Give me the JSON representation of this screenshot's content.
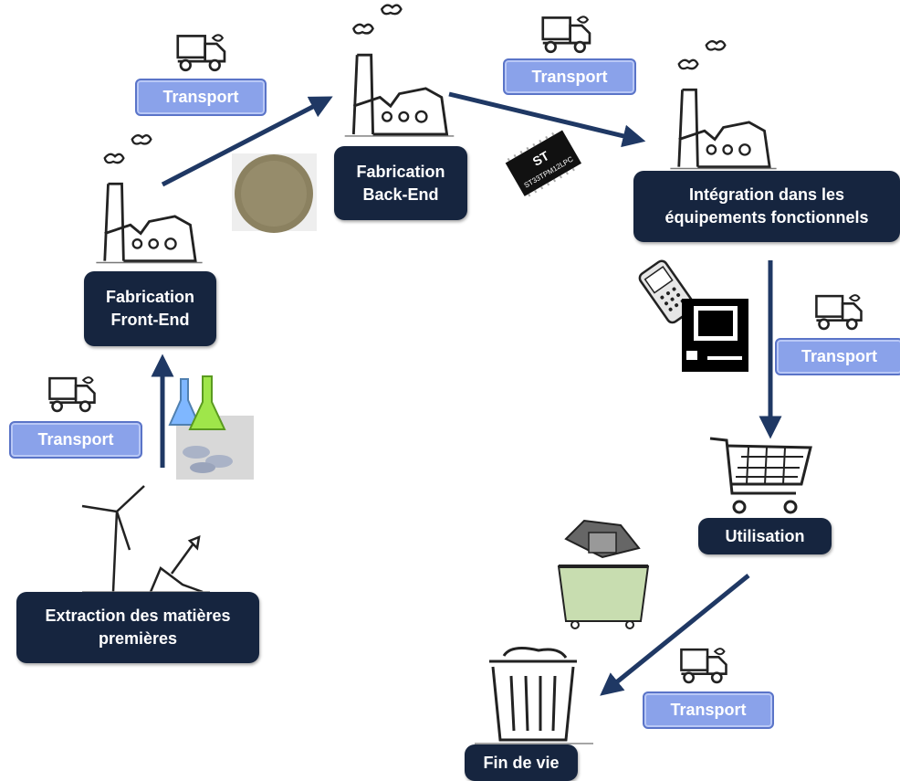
{
  "stages": {
    "extraction": {
      "line1": "Extraction des matières",
      "line2": "premières"
    },
    "front_end": {
      "line1": "Fabrication",
      "line2": "Front-End"
    },
    "back_end": {
      "line1": "Fabrication",
      "line2": "Back-End"
    },
    "integration": {
      "line1": "Intégration dans les",
      "line2": "équipements fonctionnels"
    },
    "utilisation": {
      "label": "Utilisation"
    },
    "fin_de_vie": {
      "label": "Fin de vie"
    }
  },
  "transport_labels": [
    "Transport",
    "Transport",
    "Transport",
    "Transport",
    "Transport"
  ],
  "chip": {
    "logo": "ST",
    "marking": "ST33TPM12LPC"
  },
  "colors": {
    "stage_box": "#16253f",
    "transport_box": "#8aa2ea",
    "arrow": "#1f3864"
  },
  "icons": [
    "factory-icon",
    "truck-icon",
    "wind-turbine-icon",
    "shovel-icon",
    "wafer-icon",
    "flask-icon",
    "chip-icon",
    "phone-icon",
    "computer-icon",
    "cart-icon",
    "dumpster-icon",
    "trash-can-icon"
  ]
}
